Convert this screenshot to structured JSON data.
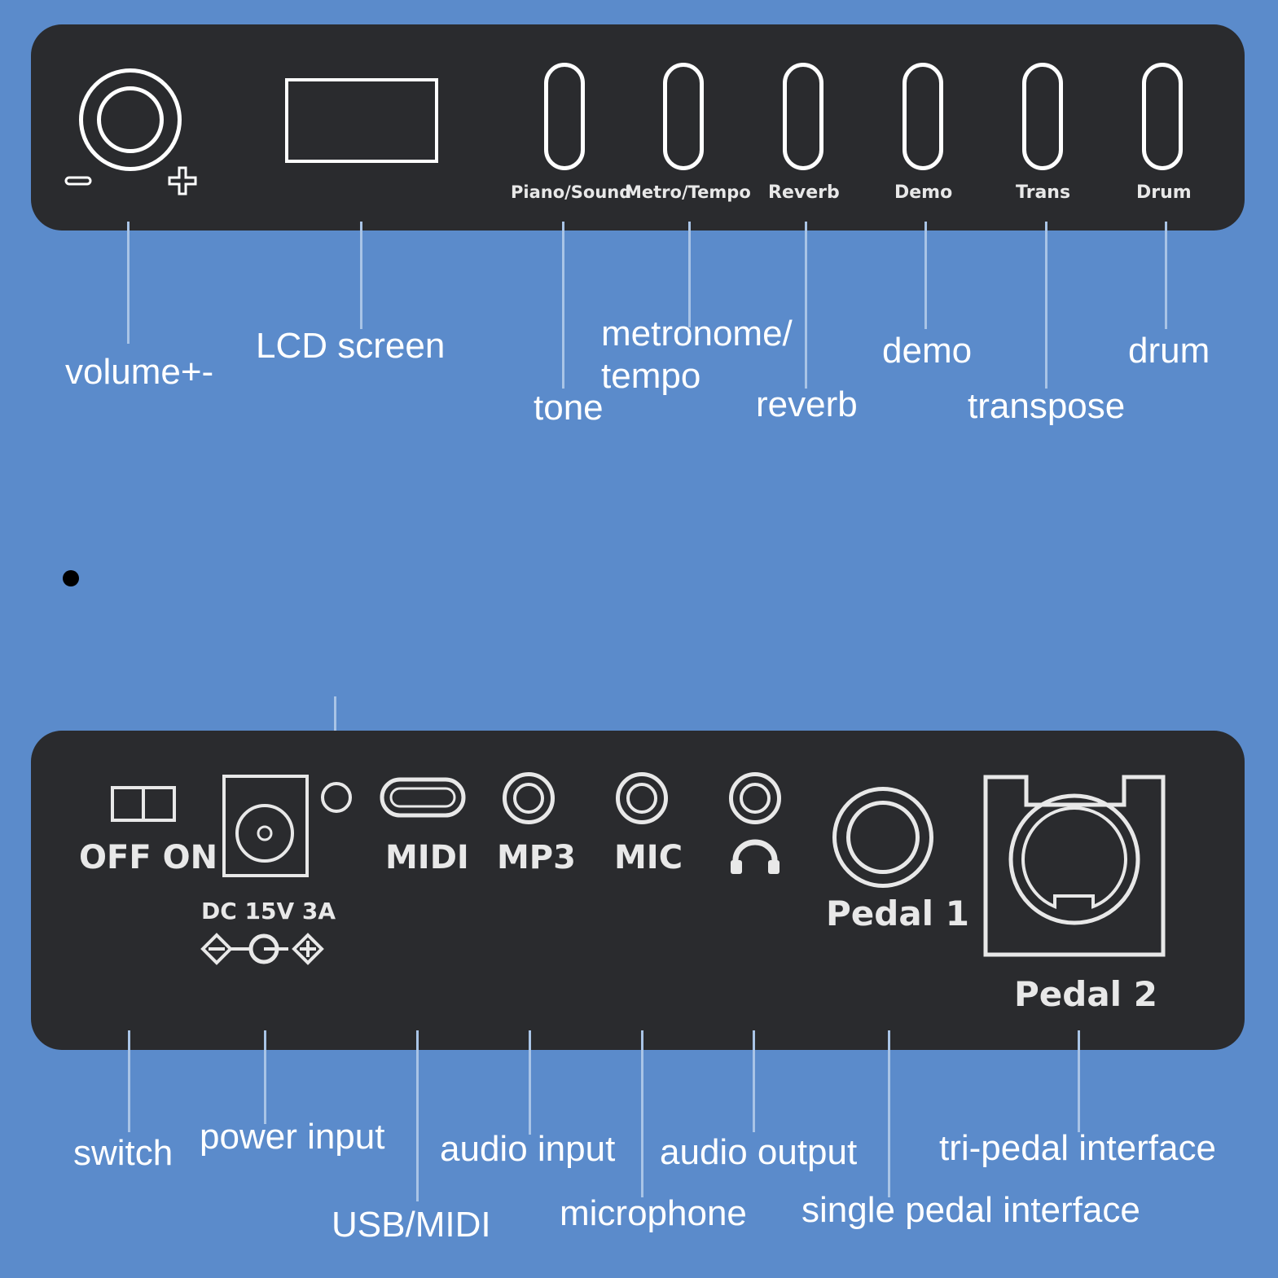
{
  "top_panel": {
    "buttons": [
      {
        "label": "Piano/Sound"
      },
      {
        "label": "Metro/Tempo"
      },
      {
        "label": "Reverb"
      },
      {
        "label": "Demo"
      },
      {
        "label": "Trans"
      },
      {
        "label": "Drum"
      }
    ]
  },
  "bottom_panel": {
    "switch_label": "OFF ON",
    "power_label": "DC 15V 3A",
    "port_labels": {
      "midi": "MIDI",
      "mp3": "MP3",
      "mic": "MIC",
      "pedal1": "Pedal 1",
      "pedal2": "Pedal 2"
    }
  },
  "callouts_top": {
    "volume": "volume+-",
    "lcd": "LCD screen",
    "tone": "tone",
    "metronome_line1": "metronome/",
    "metronome_line2": "tempo",
    "reverb": "reverb",
    "demo": "demo",
    "transpose": "transpose",
    "drum": "drum"
  },
  "callouts_bottom": {
    "switch": "switch",
    "power_input": "power input",
    "usb_midi": "USB/MIDI",
    "audio_input": "audio input",
    "microphone": "microphone",
    "audio_output": "audio output",
    "single_pedal": "single pedal interface",
    "tri_pedal": "tri-pedal interface"
  },
  "colors": {
    "background": "#5b8bcb",
    "panel": "#2a2b2e",
    "panel_text": "#e8e8e8",
    "leader_lines": "#a9c4e6",
    "label_text": "#ffffff"
  }
}
